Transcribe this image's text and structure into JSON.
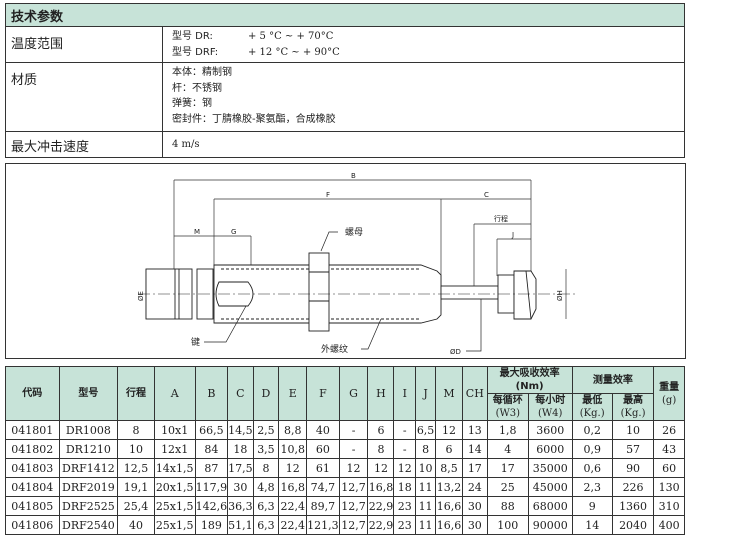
{
  "specs": {
    "title": "技术参数",
    "rows": [
      {
        "label": "温度范围",
        "lines": [
          {
            "model": "型号 DR:",
            "range": "+ 5 °C ~ + 70°C"
          },
          {
            "model": "型号 DRF:",
            "range": "+ 12 °C ~ + 90°C"
          }
        ]
      },
      {
        "label": "材质",
        "lines": [
          "本体：精制钢",
          "杆：不锈钢",
          "弹簧：钢",
          "密封件：丁腈橡胶-聚氨酯，合成橡胶"
        ]
      },
      {
        "label": "最大冲击速度",
        "value": "4 m/s"
      }
    ]
  },
  "diagram": {
    "B": "B",
    "F": "F",
    "C": "C",
    "stroke": "行程",
    "J": "J",
    "M": "M",
    "G": "G",
    "nut": "螺母",
    "key": "键",
    "thread": "外螺纹",
    "D": "ØD",
    "E": "ØE",
    "H": "ØH"
  },
  "table": {
    "headers": [
      "代码",
      "型号",
      "行程",
      "A",
      "B",
      "C",
      "D",
      "E",
      "F",
      "G",
      "H",
      "I",
      "J",
      "M",
      "CH"
    ],
    "energy": "最大吸收效率 (Nm)",
    "energy_sub": [
      {
        "label": "每循环",
        "unit": "(W3)"
      },
      {
        "label": "每小时",
        "unit": "(W4)"
      }
    ],
    "mass": "测量效率",
    "mass_sub": [
      {
        "label": "最低",
        "unit": "(Kg.)"
      },
      {
        "label": "最高",
        "unit": "(Kg.)"
      }
    ],
    "weight": "重量",
    "weight_unit": "(g)",
    "rows": [
      [
        "041801",
        "DR1008",
        "8",
        "10x1",
        "66,5",
        "14,5",
        "2,5",
        "8,8",
        "40",
        "-",
        "6",
        "-",
        "6,5",
        "12",
        "13",
        "1,8",
        "3600",
        "0,2",
        "10",
        "26"
      ],
      [
        "041802",
        "DR1210",
        "10",
        "12x1",
        "84",
        "18",
        "3,5",
        "10,8",
        "60",
        "-",
        "8",
        "-",
        "8",
        "6",
        "14",
        "4",
        "6000",
        "0,9",
        "57",
        "43"
      ],
      [
        "041803",
        "DRF1412",
        "12,5",
        "14x1,5",
        "87",
        "17,5",
        "8",
        "12",
        "61",
        "12",
        "12",
        "12",
        "10",
        "8,5",
        "17",
        "17",
        "35000",
        "0,6",
        "90",
        "60"
      ],
      [
        "041804",
        "DRF2019",
        "19,1",
        "20x1,5",
        "117,9",
        "30",
        "4,8",
        "16,8",
        "74,7",
        "12,7",
        "16,8",
        "18",
        "11",
        "13,2",
        "24",
        "25",
        "45000",
        "2,3",
        "226",
        "130"
      ],
      [
        "041805",
        "DRF2525",
        "25,4",
        "25x1,5",
        "142,6",
        "36,3",
        "6,3",
        "22,4",
        "89,7",
        "12,7",
        "22,9",
        "23",
        "11",
        "16,6",
        "30",
        "88",
        "68000",
        "9",
        "1360",
        "310"
      ],
      [
        "041806",
        "DRF2540",
        "40",
        "25x1,5",
        "189",
        "51,1",
        "6,3",
        "22,4",
        "121,3",
        "12,7",
        "22,9",
        "23",
        "11",
        "16,6",
        "30",
        "100",
        "90000",
        "14",
        "2040",
        "400"
      ]
    ]
  }
}
